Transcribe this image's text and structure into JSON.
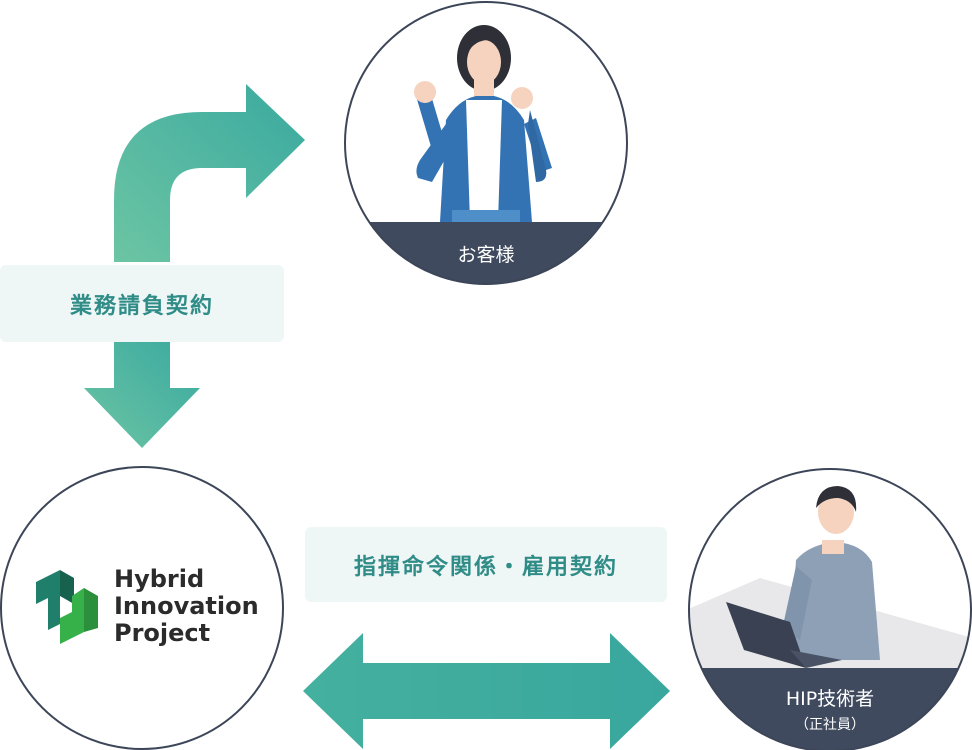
{
  "contracts": {
    "business_contract": "業務請負契約",
    "employment_contract": "指揮命令関係・雇用契約"
  },
  "nodes": {
    "client": {
      "label": "お客様"
    },
    "engineer": {
      "label": "HIP技術者",
      "sublabel": "（正社員）"
    },
    "company": {
      "logo_lines": [
        "Hybrid",
        "Innovation",
        "Project"
      ]
    }
  },
  "colors": {
    "arrow_start": "#6cc5a3",
    "arrow_end": "#3aa9a0",
    "circle_stroke": "#3c4658",
    "label_band": "#3f4a5e",
    "label_bg": "#eff6f6",
    "label_text": "#2f8c87",
    "logo_green_dark": "#1f7f6b",
    "logo_green_light": "#36b14a"
  }
}
